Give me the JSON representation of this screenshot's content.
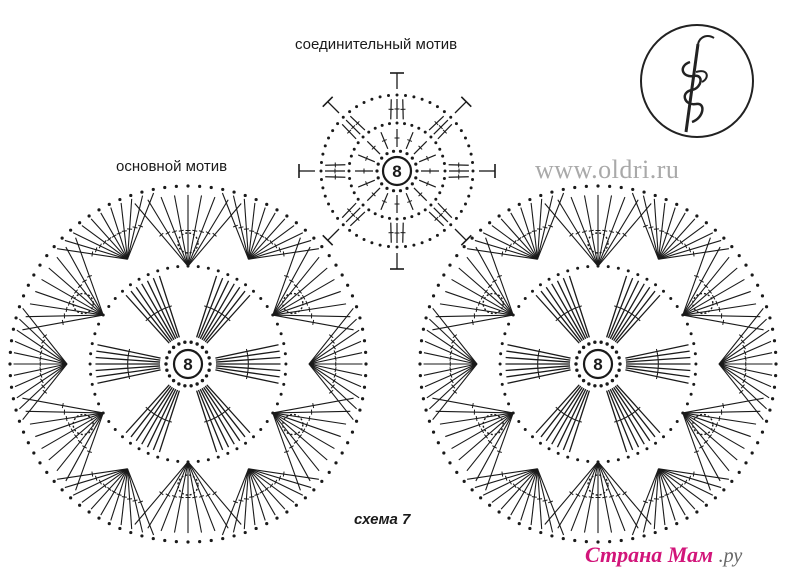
{
  "labels": {
    "connecting_motif": "соединительный мотив",
    "main_motif": "основной мотив",
    "scheme": "схема 7"
  },
  "watermark": "www.oldri.ru",
  "logo": {
    "text": "Страна Мам",
    "suffix": ".ру"
  },
  "motifs": [
    {
      "name": "connecting-motif",
      "center_label": "8"
    },
    {
      "name": "main-motif-left",
      "center_label": "8"
    },
    {
      "name": "main-motif-right",
      "center_label": "8"
    }
  ],
  "icons": [
    "crochet-hook-icon"
  ],
  "colors": {
    "ink": "#1a1a1a",
    "watermark": "#a9a9a9",
    "logo": "#d2157a",
    "background": "#ffffff"
  }
}
